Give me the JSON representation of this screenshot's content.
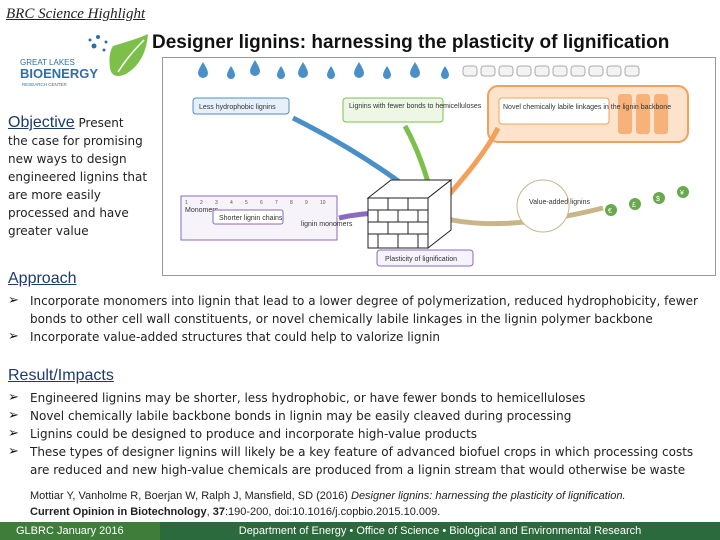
{
  "header": {
    "tag": "BRC Science Highlight",
    "title": "Designer lignins: harnessing the plasticity of lignification"
  },
  "logo": {
    "line1": "GREAT LAKES",
    "line2": "BIOENERGY",
    "line3": "RESEARCH CENTER"
  },
  "objective": {
    "heading": "Objective",
    "lead": "Present",
    "text": "the case for promising new ways to design engineered lignins that are more easily processed and have greater value"
  },
  "figure": {
    "labels": {
      "hydrophobic": "Less hydrophobic lignins",
      "fewer_bonds": "Lignins with fewer bonds to hemicelluloses",
      "labile": "Novel chemically labile linkages in the lignin backbone",
      "value_added": "Value-added lignins",
      "shorter": "Shorter lignin chains",
      "plasticity": "Plasticity of lignification",
      "monomers": "Monomers",
      "lignin_monomers": "lignin monomers"
    },
    "ruler_numbers": [
      "1",
      "2",
      "3",
      "4",
      "5",
      "6",
      "7",
      "8",
      "9",
      "10"
    ],
    "currency": [
      "€",
      "£",
      "$",
      "¥"
    ]
  },
  "approach": {
    "heading": "Approach",
    "items": [
      "Incorporate monomers into lignin that lead to a lower degree of polymerization, reduced hydrophobicity, fewer bonds to other cell wall constituents, or novel chemically labile linkages in the lignin polymer backbone",
      "Incorporate value-added structures that could help to valorize lignin"
    ]
  },
  "results": {
    "heading": "Result/Impacts",
    "items": [
      "Engineered lignins may be shorter, less hydrophobic, or have fewer bonds to hemicelluloses",
      "Novel chemically labile backbone bonds in lignin may be easily cleaved during processing",
      "Lignins could be designed to produce and incorporate high-value products",
      "These types of designer lignins will likely be a key feature of advanced biofuel crops in which processing costs are reduced and new high-value chemicals are produced from a lignin stream that would otherwise be waste"
    ]
  },
  "citation": {
    "authors": "Mottiar Y, Vanholme R, Boerjan W, Ralph J, Mansfield, SD (2016)",
    "title": "Designer lignins: harnessing the plasticity of lignification.",
    "journal": "Current Opinion in Biotechnology",
    "volume": "37",
    "rest": ":190-200, doi:10.1016/j.copbio.2015.10.009."
  },
  "footer": {
    "date": "GLBRC January 2016",
    "dept": "Department of Energy • Office of Science • Biological and Environmental Research"
  },
  "colors": {
    "heading_blue": "#1a3b6e",
    "footer_green": "#2b6a3c",
    "drop_blue": "#4a90c8",
    "arrow_green": "#7cc04b",
    "arrow_purple": "#8a6bc1",
    "arrow_orange": "#f2a05a"
  }
}
